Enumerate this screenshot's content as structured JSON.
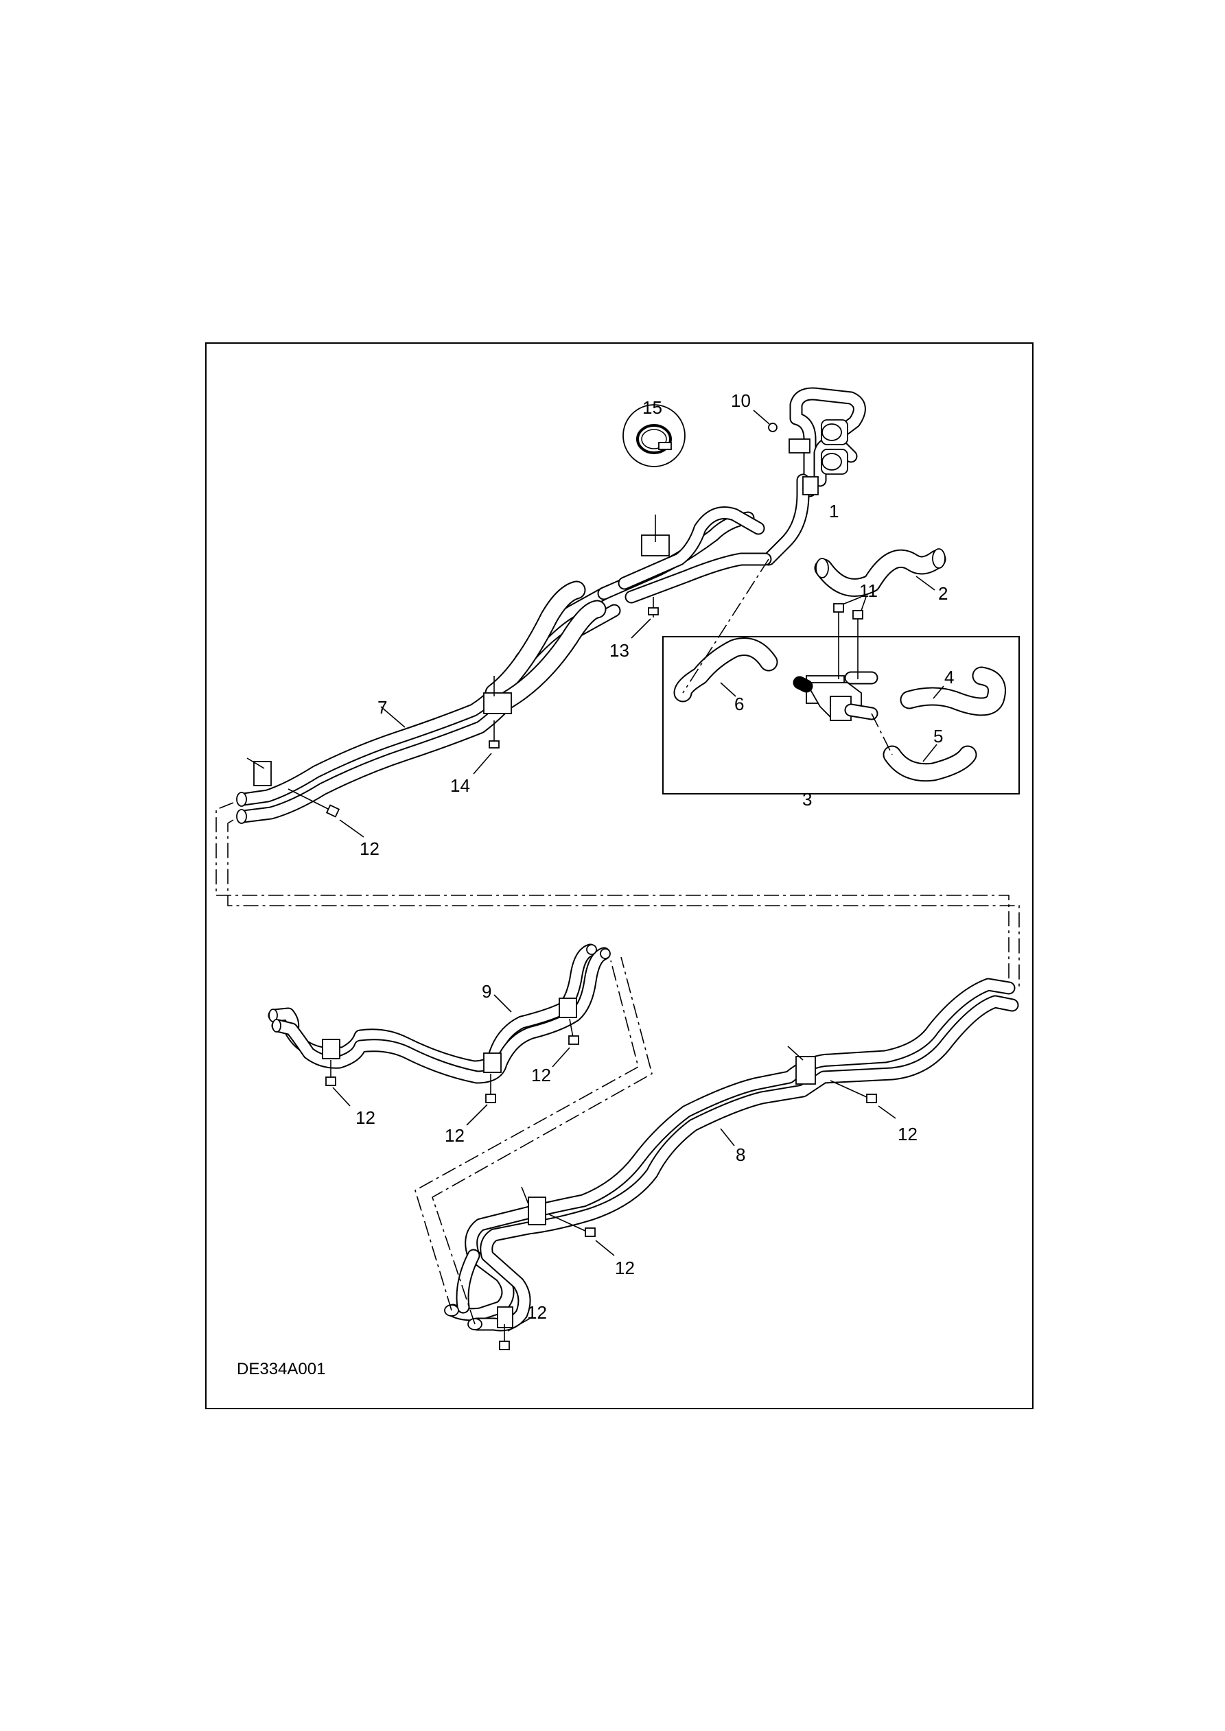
{
  "figure": {
    "code": "DE334A001"
  },
  "callouts": [
    {
      "id": "1",
      "label": "1"
    },
    {
      "id": "2",
      "label": "2"
    },
    {
      "id": "3",
      "label": "3"
    },
    {
      "id": "4",
      "label": "4"
    },
    {
      "id": "5",
      "label": "5"
    },
    {
      "id": "6",
      "label": "6"
    },
    {
      "id": "7",
      "label": "7"
    },
    {
      "id": "8",
      "label": "8"
    },
    {
      "id": "9",
      "label": "9"
    },
    {
      "id": "10",
      "label": "10"
    },
    {
      "id": "11",
      "label": "11"
    },
    {
      "id": "12",
      "label": "12"
    },
    {
      "id": "13",
      "label": "13"
    },
    {
      "id": "14",
      "label": "14"
    },
    {
      "id": "15",
      "label": "15"
    }
  ],
  "colors": {
    "line": "#000000",
    "background": "#ffffff"
  },
  "icons": [
    "hose-clamp-icon",
    "bolt-icon",
    "nut-icon",
    "mounting-bracket-icon"
  ]
}
